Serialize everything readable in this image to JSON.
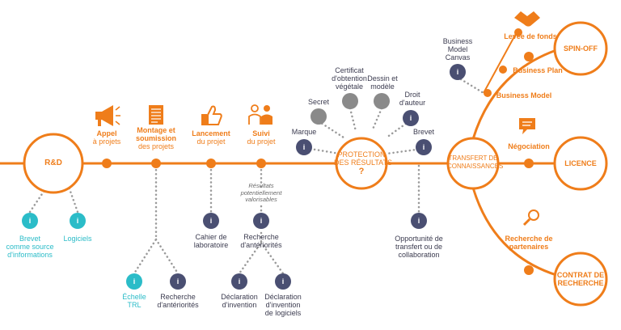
{
  "colors": {
    "orange": "#ef7d1a",
    "navy": "#4a4f72",
    "teal": "#2bbcc8",
    "gray": "#8a8a8a",
    "text": "#3b3b4f"
  },
  "circles": {
    "rd": "R&D",
    "protection_l1": "PROTECTION",
    "protection_l2": "DES RÉSULTATS",
    "protection_l3": "?",
    "transfert_l1": "TRANSFERT DE",
    "transfert_l2": "CONNAISSANCES",
    "spinoff": "SPIN-OFF",
    "licence": "LICENCE",
    "contrat_l1": "CONTRAT DE",
    "contrat_l2": "RECHERCHE"
  },
  "stages": {
    "appel": {
      "title": "Appel",
      "sub": "à projets",
      "icon": "megaphone-icon"
    },
    "montage": {
      "title1": "Montage et",
      "title2": "soumission",
      "sub": "des projets",
      "icon": "document-icon"
    },
    "lancement": {
      "title": "Lancement",
      "sub": "du projet",
      "icon": "thumbs-up-icon"
    },
    "suivi": {
      "title": "Suivi",
      "sub": "du projet",
      "icon": "people-icon"
    }
  },
  "info_glyph": "i",
  "rd_items": {
    "brevet_l1": "Brevet",
    "brevet_l2": "comme source",
    "brevet_l3": "d'informations",
    "logiciels": "Logiciels"
  },
  "montage_items": {
    "echelle_l1": "Échelle",
    "echelle_l2": "TRL",
    "recherche_l1": "Recherche",
    "recherche_l2": "d'antériorités"
  },
  "lancement_items": {
    "cahier_l1": "Cahier de",
    "cahier_l2": "laboratoire"
  },
  "suivi_items": {
    "note_l1": "Résultats",
    "note_l2": "potentiellement",
    "note_l3": "valorisables",
    "recherche_l1": "Recherche",
    "recherche_l2": "d'antériorités",
    "decl_l1": "Déclaration",
    "decl_l2": "d'invention",
    "decl_log_l1": "Déclaration",
    "decl_log_l2": "d'invention",
    "decl_log_l3": "de logiciels"
  },
  "protection_items": {
    "marque": "Marque",
    "secret": "Secret",
    "certificat_l1": "Certificat",
    "certificat_l2": "d'obtention",
    "certificat_l3": "végétale",
    "dessin_l1": "Dessin et",
    "dessin_l2": "modèle",
    "droit_l1": "Droit",
    "droit_l2": "d'auteur",
    "brevet": "Brevet"
  },
  "opportunite": {
    "l1": "Opportunité de",
    "l2": "transfert ou de",
    "l3": "collaboration"
  },
  "transfer_items": {
    "canvas_l1": "Business",
    "canvas_l2": "Model",
    "canvas_l3": "Canvas",
    "levee": "Levée de fonds",
    "plan": "Business Plan",
    "model": "Business Model",
    "negociation": "Négociation",
    "partenaires_l1": "Recherche de",
    "partenaires_l2": "partenaires"
  }
}
